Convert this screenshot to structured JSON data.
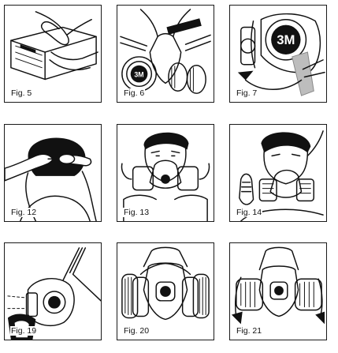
{
  "figures": [
    {
      "label": "Fig. 5",
      "icon": "hand-pressing-filter-icon"
    },
    {
      "label": "Fig. 6",
      "icon": "respirator-cartridge-icon"
    },
    {
      "label": "Fig. 7",
      "icon": "cartridge-twist-icon"
    },
    {
      "label": "Fig. 12",
      "icon": "head-straps-icon"
    },
    {
      "label": "Fig. 13",
      "icon": "mask-fitting-icon"
    },
    {
      "label": "Fig. 14",
      "icon": "seal-check-icon"
    },
    {
      "label": "Fig. 19",
      "icon": "valve-cover-icon"
    },
    {
      "label": "Fig. 20",
      "icon": "mask-filters-icon"
    },
    {
      "label": "Fig. 21",
      "icon": "filter-removal-icon"
    }
  ],
  "logo_text": "3M"
}
